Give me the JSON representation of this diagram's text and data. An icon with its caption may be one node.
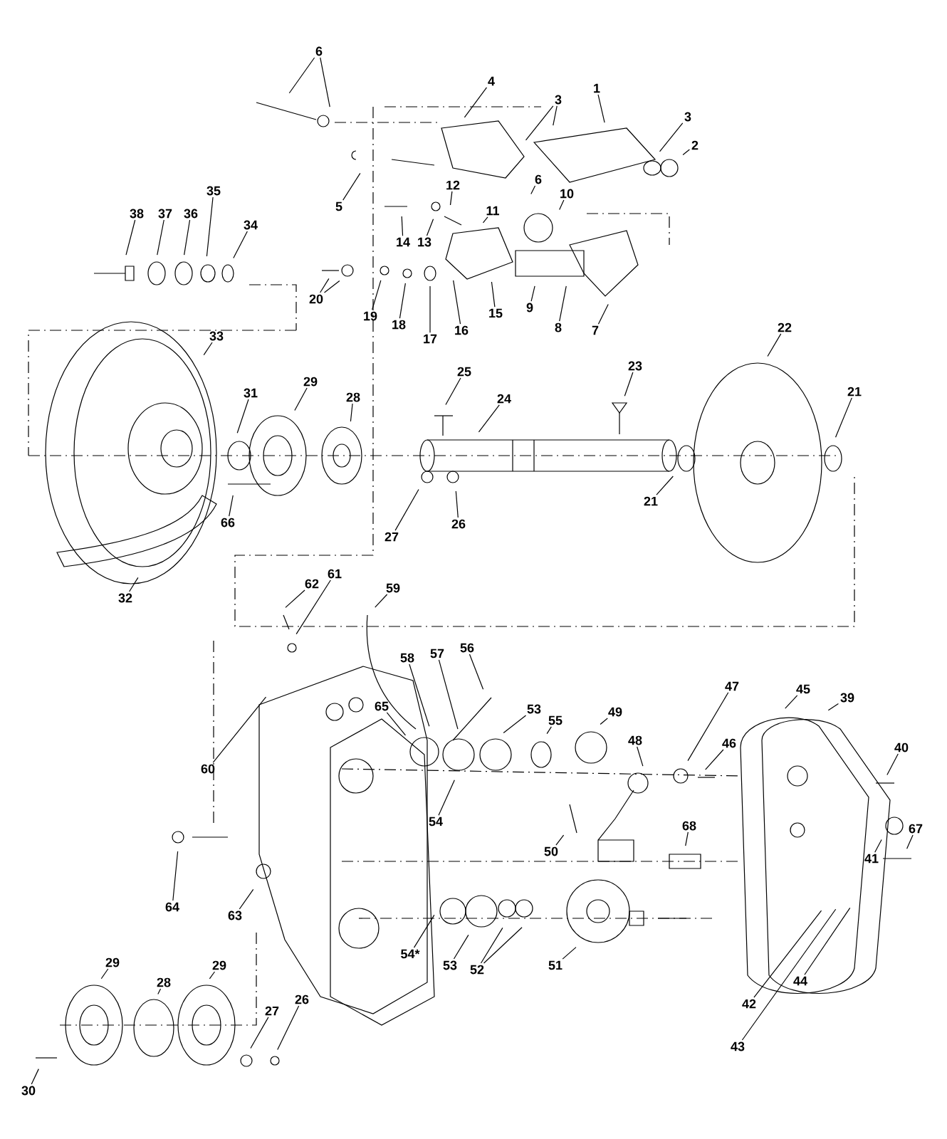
{
  "diagram": {
    "nodes": [
      {
        "text": [
          "6"
        ]
      },
      {
        "text": [
          "4"
        ]
      },
      {
        "text": [
          "3"
        ]
      },
      {
        "text": [
          "1"
        ]
      },
      {
        "text": [
          "3"
        ]
      },
      {
        "text": [
          "2"
        ]
      },
      {
        "text": [
          "5"
        ]
      },
      {
        "text": [
          "12"
        ]
      },
      {
        "text": [
          "6"
        ]
      },
      {
        "text": [
          "10"
        ]
      },
      {
        "text": [
          "11"
        ]
      },
      {
        "text": [
          "38"
        ]
      },
      {
        "text": [
          "37"
        ]
      },
      {
        "text": [
          "36"
        ]
      },
      {
        "text": [
          "35"
        ]
      },
      {
        "text": [
          "34"
        ]
      },
      {
        "text": [
          "14"
        ]
      },
      {
        "text": [
          "13"
        ]
      },
      {
        "text": [
          "20"
        ]
      },
      {
        "text": [
          "19"
        ]
      },
      {
        "text": [
          "18"
        ]
      },
      {
        "text": [
          "17"
        ]
      },
      {
        "text": [
          "16"
        ]
      },
      {
        "text": [
          "15"
        ]
      },
      {
        "text": [
          "9"
        ]
      },
      {
        "text": [
          "8"
        ]
      },
      {
        "text": [
          "7"
        ]
      },
      {
        "text": [
          "22"
        ]
      },
      {
        "text": [
          "33"
        ]
      },
      {
        "text": [
          "31"
        ]
      },
      {
        "text": [
          "29"
        ]
      },
      {
        "text": [
          "28"
        ]
      },
      {
        "text": [
          "25"
        ]
      },
      {
        "text": [
          "24"
        ]
      },
      {
        "text": [
          "23"
        ]
      },
      {
        "text": [
          "21"
        ]
      },
      {
        "text": [
          "21"
        ]
      },
      {
        "text": [
          "66"
        ]
      },
      {
        "text": [
          "27"
        ]
      },
      {
        "text": [
          "26"
        ]
      },
      {
        "text": [
          "32"
        ]
      },
      {
        "text": [
          "62"
        ]
      },
      {
        "text": [
          "61"
        ]
      },
      {
        "text": [
          "59"
        ]
      },
      {
        "text": [
          "57"
        ]
      },
      {
        "text": [
          "56"
        ]
      },
      {
        "text": [
          "58"
        ]
      },
      {
        "text": [
          "65"
        ]
      },
      {
        "text": [
          "53"
        ]
      },
      {
        "text": [
          "55"
        ]
      },
      {
        "text": [
          "49"
        ]
      },
      {
        "text": [
          "47"
        ]
      },
      {
        "text": [
          "45"
        ]
      },
      {
        "text": [
          "39"
        ]
      },
      {
        "text": [
          "60"
        ]
      },
      {
        "text": [
          "48"
        ]
      },
      {
        "text": [
          "46"
        ]
      },
      {
        "text": [
          "40"
        ]
      },
      {
        "text": [
          "54"
        ]
      },
      {
        "text": [
          "50"
        ]
      },
      {
        "text": [
          "68"
        ]
      },
      {
        "text": [
          "41"
        ]
      },
      {
        "text": [
          "67"
        ]
      },
      {
        "text": [
          "64"
        ]
      },
      {
        "text": [
          "63"
        ]
      },
      {
        "text": [
          "54*"
        ]
      },
      {
        "text": [
          "53"
        ]
      },
      {
        "text": [
          "52"
        ]
      },
      {
        "text": [
          "51"
        ]
      },
      {
        "text": [
          "29"
        ]
      },
      {
        "text": [
          "29"
        ]
      },
      {
        "text": [
          "28"
        ]
      },
      {
        "text": [
          "44"
        ]
      },
      {
        "text": [
          "42"
        ]
      },
      {
        "text": [
          "27"
        ]
      },
      {
        "text": [
          "26"
        ]
      },
      {
        "text": [
          "43"
        ]
      },
      {
        "text": [
          "30"
        ]
      }
    ],
    "edges": [
      {
        "from": 0,
        "to": null,
        "arrow": "none"
      },
      {
        "from": 0,
        "to": null,
        "arrow": "none"
      },
      {
        "from": 1,
        "to": null,
        "arrow": "none"
      },
      {
        "from": 2,
        "to": null,
        "arrow": "none"
      },
      {
        "from": 2,
        "to": null,
        "arrow": "none"
      },
      {
        "from": 3,
        "to": null,
        "arrow": "none"
      },
      {
        "from": 4,
        "to": null,
        "arrow": "none"
      },
      {
        "from": 5,
        "to": null,
        "arrow": "none"
      },
      {
        "from": 6,
        "to": null,
        "arrow": "none"
      },
      {
        "from": 7,
        "to": null,
        "arrow": "none"
      },
      {
        "from": 8,
        "to": null,
        "arrow": "none"
      },
      {
        "from": 9,
        "to": null,
        "arrow": "none"
      },
      {
        "from": 10,
        "to": null,
        "arrow": "none"
      },
      {
        "from": 11,
        "to": null,
        "arrow": "none"
      },
      {
        "from": 12,
        "to": null,
        "arrow": "none"
      },
      {
        "from": 13,
        "to": null,
        "arrow": "none"
      },
      {
        "from": 14,
        "to": null,
        "arrow": "none"
      },
      {
        "from": 15,
        "to": null,
        "arrow": "none"
      },
      {
        "from": 16,
        "to": null,
        "arrow": "none"
      },
      {
        "from": 17,
        "to": null,
        "arrow": "none"
      },
      {
        "from": 18,
        "to": null,
        "arrow": "none"
      },
      {
        "from": 18,
        "to": null,
        "arrow": "none"
      },
      {
        "from": 19,
        "to": null,
        "arrow": "none"
      },
      {
        "from": 20,
        "to": null,
        "arrow": "none"
      },
      {
        "from": 21,
        "to": null,
        "arrow": "none"
      },
      {
        "from": 22,
        "to": null,
        "arrow": "none"
      },
      {
        "from": 23,
        "to": null,
        "arrow": "none"
      },
      {
        "from": 24,
        "to": null,
        "arrow": "none"
      },
      {
        "from": 25,
        "to": null,
        "arrow": "none"
      },
      {
        "from": 26,
        "to": null,
        "arrow": "none"
      },
      {
        "from": 27,
        "to": null,
        "arrow": "none"
      },
      {
        "from": 28,
        "to": null,
        "arrow": "none"
      },
      {
        "from": 29,
        "to": null,
        "arrow": "none"
      },
      {
        "from": 30,
        "to": null,
        "arrow": "none"
      },
      {
        "from": 31,
        "to": null,
        "arrow": "none"
      },
      {
        "from": 32,
        "to": null,
        "arrow": "none"
      },
      {
        "from": 33,
        "to": null,
        "arrow": "none"
      },
      {
        "from": 34,
        "to": null,
        "arrow": "none"
      },
      {
        "from": 35,
        "to": null,
        "arrow": "none"
      },
      {
        "from": 36,
        "to": null,
        "arrow": "none"
      },
      {
        "from": 37,
        "to": null,
        "arrow": "none"
      },
      {
        "from": 38,
        "to": null,
        "arrow": "none"
      },
      {
        "from": 39,
        "to": null,
        "arrow": "none"
      },
      {
        "from": 40,
        "to": null,
        "arrow": "none"
      },
      {
        "from": 41,
        "to": null,
        "arrow": "none"
      },
      {
        "from": 42,
        "to": null,
        "arrow": "none"
      },
      {
        "from": 43,
        "to": null,
        "arrow": "none"
      },
      {
        "from": 44,
        "to": null,
        "arrow": "none"
      },
      {
        "from": 45,
        "to": null,
        "arrow": "none"
      },
      {
        "from": 46,
        "to": null,
        "arrow": "none"
      },
      {
        "from": 47,
        "to": null,
        "arrow": "none"
      },
      {
        "from": 48,
        "to": null,
        "arrow": "none"
      },
      {
        "from": 49,
        "to": null,
        "arrow": "none"
      },
      {
        "from": 50,
        "to": null,
        "arrow": "none"
      },
      {
        "from": 51,
        "to": null,
        "arrow": "none"
      },
      {
        "from": 52,
        "to": null,
        "arrow": "none"
      },
      {
        "from": 53,
        "to": null,
        "arrow": "none"
      },
      {
        "from": 54,
        "to": null,
        "arrow": "none"
      },
      {
        "from": 55,
        "to": null,
        "arrow": "none"
      },
      {
        "from": 56,
        "to": null,
        "arrow": "none"
      },
      {
        "from": 57,
        "to": null,
        "arrow": "none"
      },
      {
        "from": 58,
        "to": null,
        "arrow": "none"
      },
      {
        "from": 59,
        "to": null,
        "arrow": "none"
      },
      {
        "from": 60,
        "to": null,
        "arrow": "none"
      },
      {
        "from": 61,
        "to": null,
        "arrow": "none"
      },
      {
        "from": 62,
        "to": null,
        "arrow": "none"
      },
      {
        "from": 63,
        "to": null,
        "arrow": "none"
      },
      {
        "from": 64,
        "to": null,
        "arrow": "none"
      },
      {
        "from": 65,
        "to": null,
        "arrow": "none"
      },
      {
        "from": 66,
        "to": null,
        "arrow": "none"
      },
      {
        "from": 67,
        "to": null,
        "arrow": "none"
      },
      {
        "from": 67,
        "to": null,
        "arrow": "none"
      },
      {
        "from": 68,
        "to": null,
        "arrow": "none"
      },
      {
        "from": 69,
        "to": null,
        "arrow": "none"
      },
      {
        "from": 70,
        "to": null,
        "arrow": "none"
      },
      {
        "from": 71,
        "to": null,
        "arrow": "none"
      },
      {
        "from": 72,
        "to": null,
        "arrow": "none"
      },
      {
        "from": 73,
        "to": null,
        "arrow": "none"
      },
      {
        "from": 74,
        "to": null,
        "arrow": "none"
      },
      {
        "from": 75,
        "to": null,
        "arrow": "none"
      },
      {
        "from": 76,
        "to": null,
        "arrow": "none"
      },
      {
        "from": 77,
        "to": null,
        "arrow": "none"
      }
    ]
  }
}
